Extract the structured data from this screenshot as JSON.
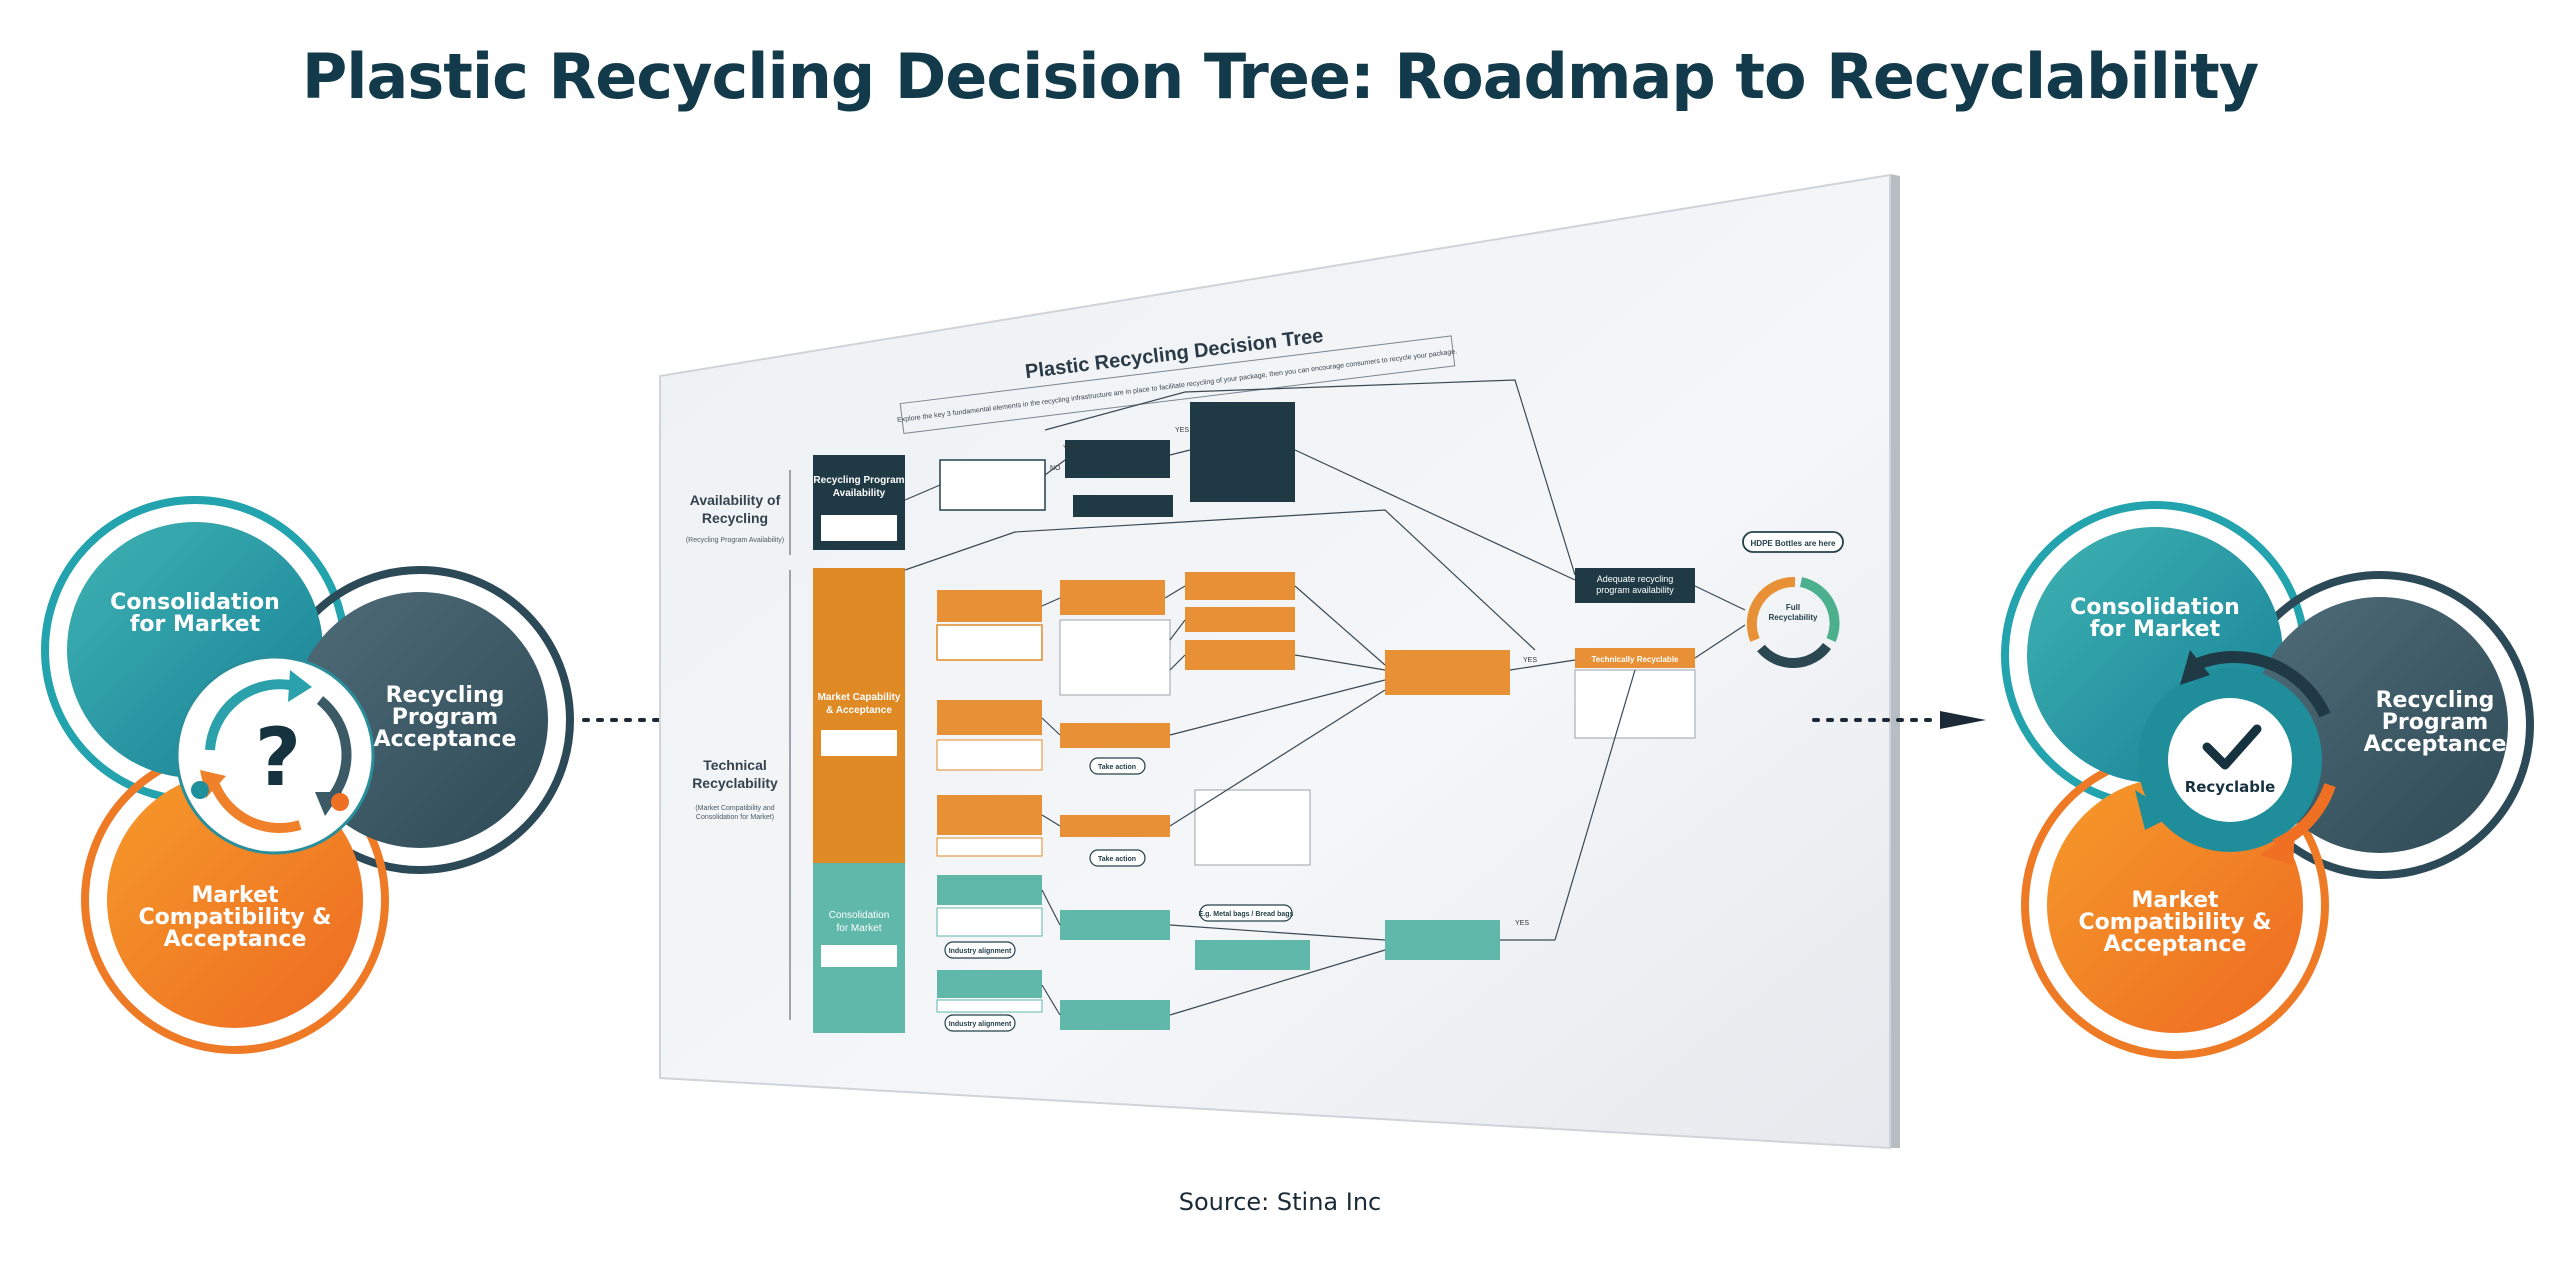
{
  "title": "Plastic Recycling Decision Tree: Roadmap to Recyclability",
  "source": "Source: Stina Inc",
  "left_venn": {
    "consolidation": "Consolidation\nfor Market",
    "recycling": "Recycling\nProgram\nAcceptance",
    "market": "Market\nCompatibility &\nAcceptance",
    "center_symbol": "?"
  },
  "right_venn": {
    "consolidation": "Consolidation\nfor Market",
    "recycling": "Recycling\nProgram\nAcceptance",
    "market": "Market\nCompatibility &\nAcceptance",
    "center_label": "Recyclable"
  },
  "board": {
    "title": "Plastic Recycling Decision Tree",
    "subtitle": "Explore the key 3 fundamental elements in the recycling infrastructure are in place to facilitate recycling of your package, then you can encourage consumers to recycle your package.",
    "section_availability": "Availability of\nRecycling",
    "section_availability_sub": "(Recycling Program Availability)",
    "section_technical": "Technical\nRecyclability",
    "section_technical_sub": "(Market Compatibility and\nConsolidation for Market)",
    "box_program": "Recycling Program\nAvailability",
    "box_market": "Market Capability\n& Acceptance",
    "box_consolidation": "Consolidation\nfor Market",
    "box_adequate": "Adequate recycling\nprogram availability",
    "box_technically": "Technically Recyclable",
    "hdpe_note": "HDPE Bottles are here",
    "full_recyclability": "Full\nRecyclability",
    "yes": "YES",
    "no": "NO",
    "take_action": "Take action",
    "pill_1": "Industry alignment",
    "pill_2": "E.g. Metal bags / Bread bags"
  }
}
